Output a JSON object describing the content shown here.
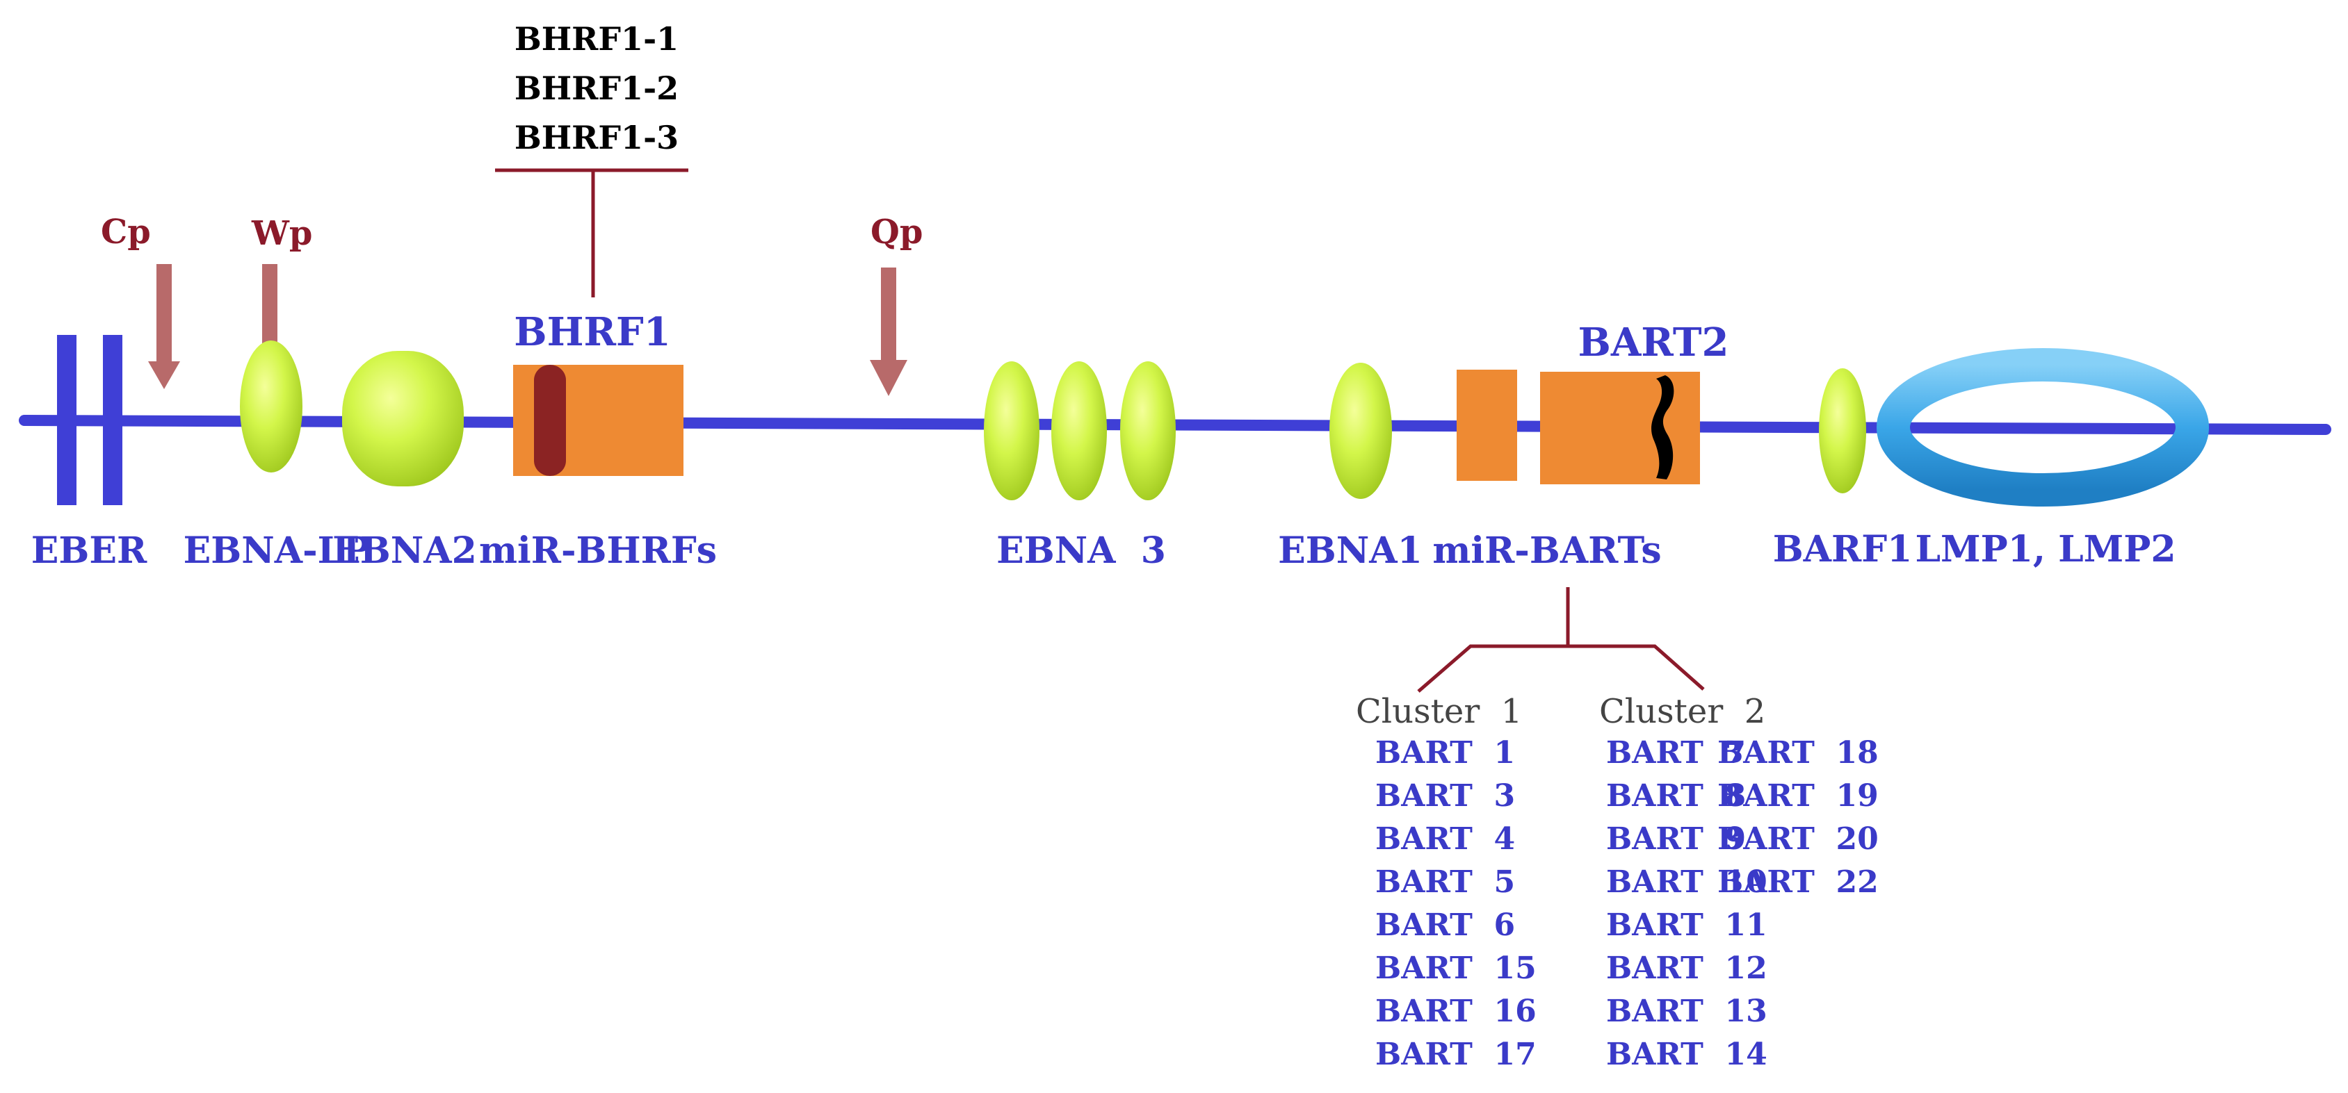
{
  "promoters": {
    "cp": "Cp",
    "wp": "Wp",
    "qp": "Qp"
  },
  "bhrf_mirnas": [
    "BHRF1-1",
    "BHRF1-2",
    "BHRF1-3"
  ],
  "labels": {
    "bhrf1": "BHRF1",
    "bart2": "BART2",
    "eber": "EBER",
    "ebna_lp": "EBNA-LP",
    "ebna2": "EBNA2",
    "mir_bhrfs": "miR-BHRFs",
    "ebna3": "EBNA  3",
    "ebna1": "EBNA1",
    "mir_barts": "miR-BARTs",
    "barf1": "BARF1",
    "lmp": "LMP1, LMP2"
  },
  "clusters": {
    "cluster1": {
      "title": "Cluster  1",
      "items": [
        "BART  1",
        "BART  3",
        "BART  4",
        "BART  5",
        "BART  6",
        "BART  15",
        "BART  16",
        "BART  17"
      ]
    },
    "cluster2": {
      "title": "Cluster  2",
      "col1": [
        "BART  7",
        "BART  8",
        "BART  9",
        "BART  10",
        "BART  11",
        "BART  12",
        "BART  13",
        "BART  14"
      ],
      "col2": [
        "BART  18",
        "BART  19",
        "BART  20",
        "BART  22"
      ]
    }
  },
  "colors": {
    "genome_line": "#3f3fd6",
    "label_blue": "#3a3ac8",
    "promoter_text": "#8b1a2a",
    "promoter_arrow": "#b86a6a",
    "connector": "#8b1a2a",
    "ebna_yellow": "#c8f03a",
    "mirna_orange": "#ee8a33",
    "bhrf_dark": "#8b2323",
    "bart2_mark": "#000000",
    "lmp_ring": "#3aa6e8",
    "cluster_title": "#444444"
  }
}
